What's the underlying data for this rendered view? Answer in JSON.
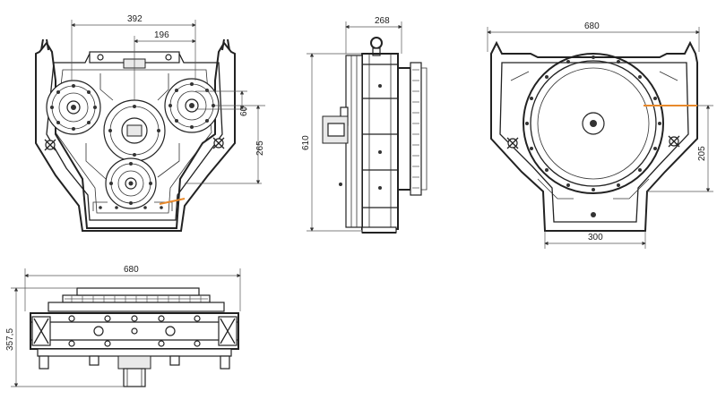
{
  "front_view": {
    "dims": {
      "width_392": "392",
      "width_196": "196",
      "height_60": "60",
      "height_265": "265"
    }
  },
  "side_view": {
    "dims": {
      "depth_268": "268",
      "height_610": "610"
    }
  },
  "rear_view": {
    "dims": {
      "width_680": "680",
      "height_205": "205",
      "base_300": "300"
    }
  },
  "bottom_view": {
    "dims": {
      "width_680": "680",
      "height_357_5": "357,5"
    }
  },
  "accent_color": "#e8892b"
}
